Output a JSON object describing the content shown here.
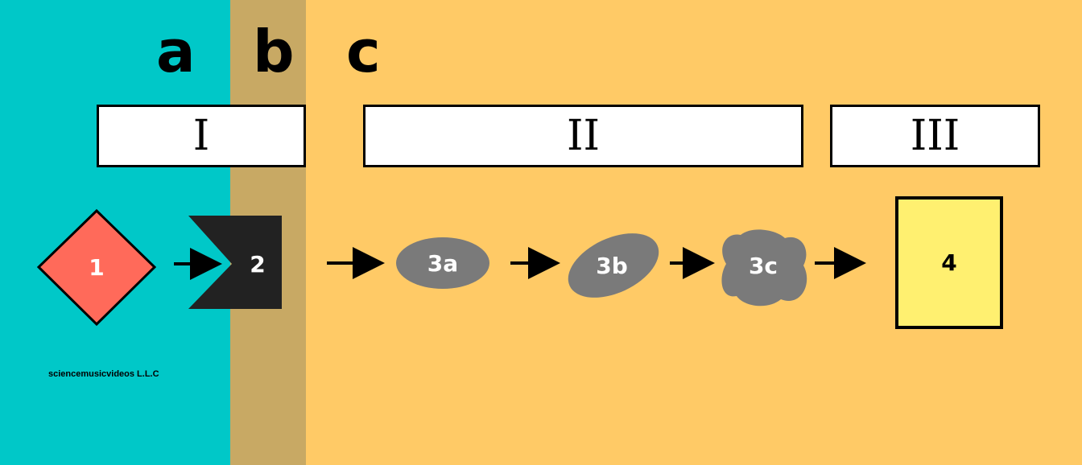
{
  "zones": [
    {
      "id": "a",
      "label": "a"
    },
    {
      "id": "b",
      "label": "b"
    },
    {
      "id": "c",
      "label": "c"
    }
  ],
  "phases": [
    {
      "id": "I",
      "label": "I"
    },
    {
      "id": "II",
      "label": "II"
    },
    {
      "id": "III",
      "label": "III"
    }
  ],
  "nodes": [
    {
      "id": "1",
      "label": "1",
      "shape": "diamond",
      "color": "#ff6a5a"
    },
    {
      "id": "2",
      "label": "2",
      "shape": "notched-banner",
      "color": "#222222"
    },
    {
      "id": "3a",
      "label": "3a",
      "shape": "ellipse",
      "color": "#7a7a7a"
    },
    {
      "id": "3b",
      "label": "3b",
      "shape": "tilted-ellipse",
      "color": "#7a7a7a"
    },
    {
      "id": "3c",
      "label": "3c",
      "shape": "blob",
      "color": "#7a7a7a"
    },
    {
      "id": "4",
      "label": "4",
      "shape": "rectangle",
      "color": "#fff070"
    }
  ],
  "edges": [
    {
      "from": "1",
      "to": "2"
    },
    {
      "from": "2",
      "to": "3a"
    },
    {
      "from": "3a",
      "to": "3b"
    },
    {
      "from": "3b",
      "to": "3c"
    },
    {
      "from": "3c",
      "to": "4"
    }
  ],
  "colors": {
    "zone_a": "#00c8c8",
    "zone_b": "#c8a964",
    "zone_c": "#ffca66"
  },
  "credit": "sciencemusicvideos L.L.C"
}
